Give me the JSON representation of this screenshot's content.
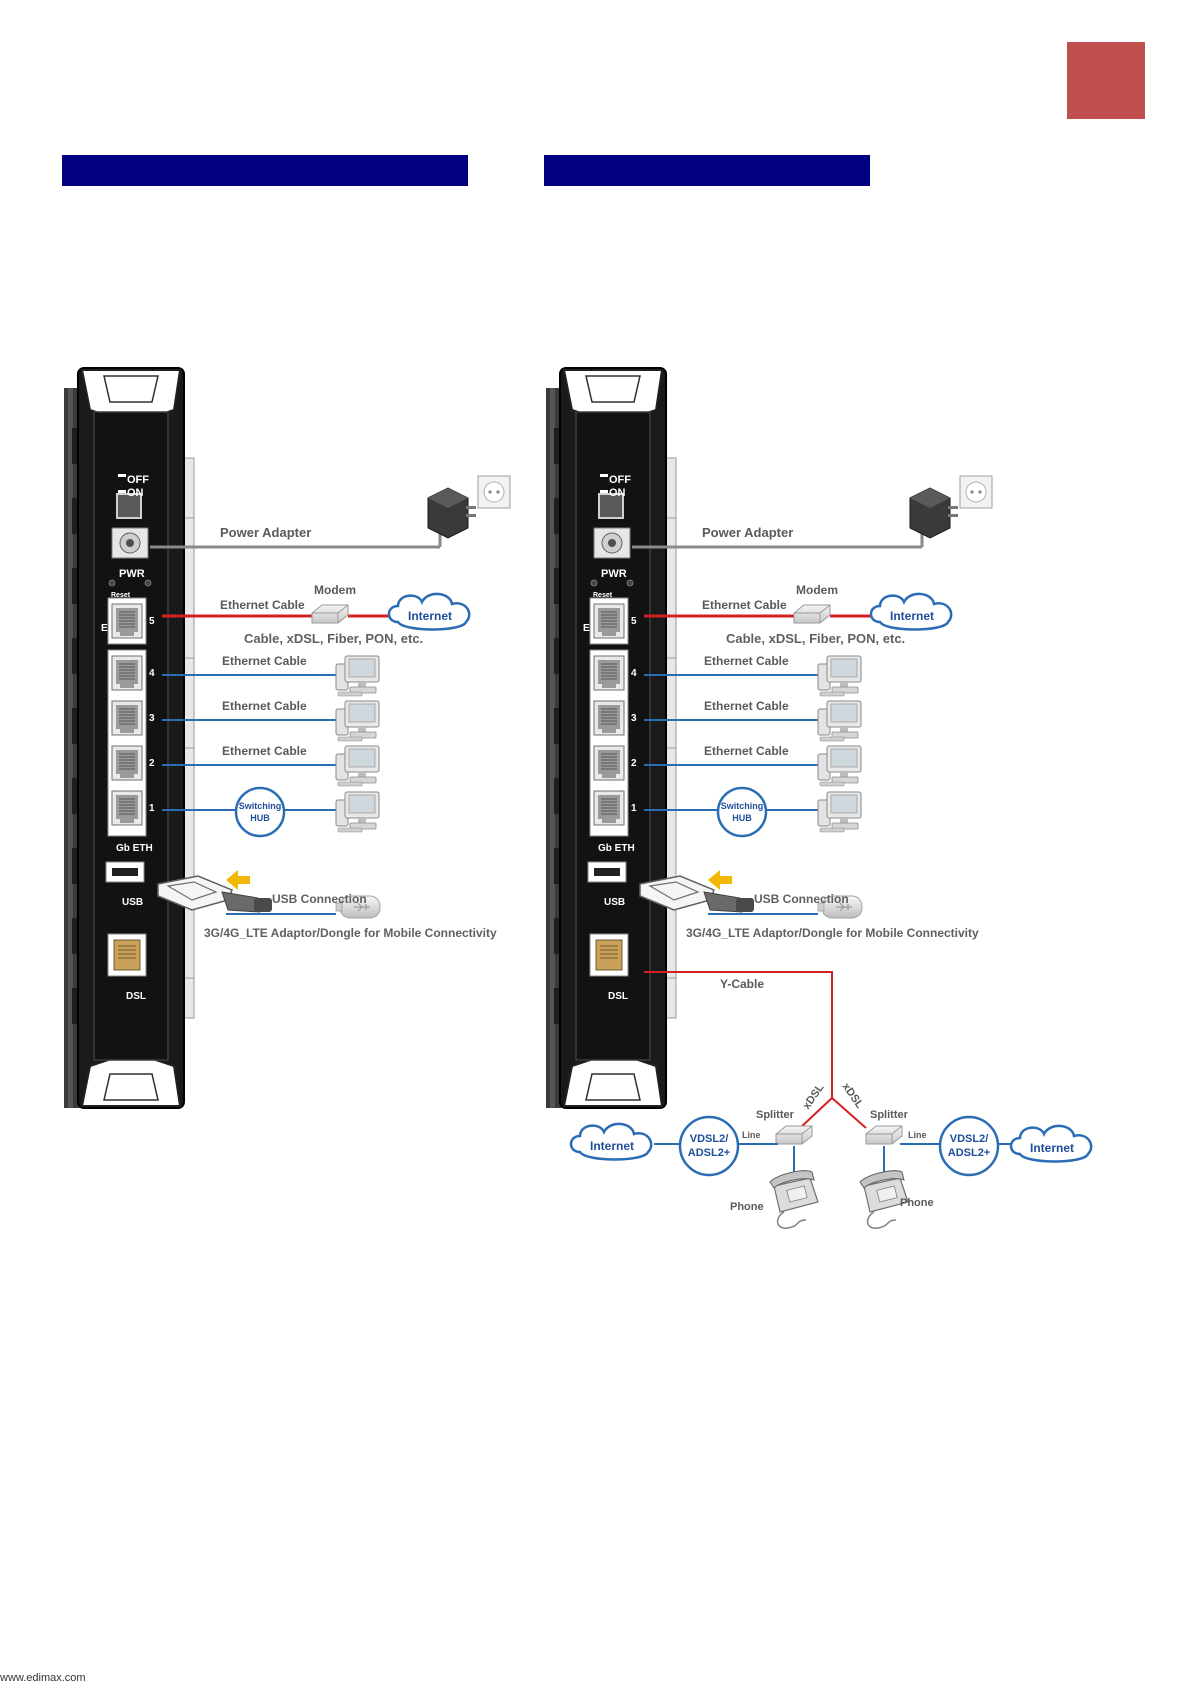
{
  "colors": {
    "corner_tab": "#c0504d",
    "header_bar": "#000080",
    "red_cable": "#d42020",
    "blue_cable": "#2a6db5",
    "cloud_outline": "#2a6db5"
  },
  "left": {
    "switch_off": "OFF",
    "switch_on": "ON",
    "pwr": "PWR",
    "reset": "Reset",
    "wan_letter": "E",
    "ports": [
      "5",
      "4",
      "3",
      "2",
      "1"
    ],
    "gb_eth": "Gb ETH",
    "usb": "USB",
    "dsl": "DSL",
    "power_adapter": "Power Adapter",
    "modem": "Modem",
    "ethernet_cable_wan": "Ethernet Cable",
    "internet": "Internet",
    "wan_types": "Cable, xDSL, Fiber, PON, etc.",
    "ethernet_cable_4": "Ethernet Cable",
    "ethernet_cable_3": "Ethernet Cable",
    "ethernet_cable_2": "Ethernet Cable",
    "switching_hub": [
      "Switching",
      "HUB"
    ],
    "usb_connection": "USB Connection",
    "dongle_caption": "3G/4G_LTE Adaptor/Dongle for Mobile Connectivity"
  },
  "right": {
    "switch_off": "OFF",
    "switch_on": "ON",
    "pwr": "PWR",
    "reset": "Reset",
    "wan_letter": "E",
    "ports": [
      "5",
      "4",
      "3",
      "2",
      "1"
    ],
    "gb_eth": "Gb ETH",
    "usb": "USB",
    "dsl": "DSL",
    "power_adapter": "Power Adapter",
    "modem": "Modem",
    "ethernet_cable_wan": "Ethernet Cable",
    "internet": "Internet",
    "wan_types": "Cable, xDSL, Fiber, PON, etc.",
    "ethernet_cable_4": "Ethernet Cable",
    "ethernet_cable_3": "Ethernet Cable",
    "ethernet_cable_2": "Ethernet Cable",
    "switching_hub": [
      "Switching",
      "HUB"
    ],
    "usb_connection": "USB Connection",
    "dongle_caption": "3G/4G_LTE Adaptor/Dongle for Mobile Connectivity",
    "y_cable": "Y-Cable",
    "xdsl_left": "xDSL",
    "xdsl_right": "xDSL",
    "splitter_left": "Splitter",
    "splitter_right": "Splitter",
    "line_left": "Line",
    "line_right": "Line",
    "vdsl_left": [
      "VDSL2/",
      "ADSL2+"
    ],
    "vdsl_right": [
      "VDSL2/",
      "ADSL2+"
    ],
    "internet_left": "Internet",
    "internet_right": "Internet",
    "phone_left": "Phone",
    "phone_right": "Phone"
  },
  "footer_text": "www.edimax.com"
}
